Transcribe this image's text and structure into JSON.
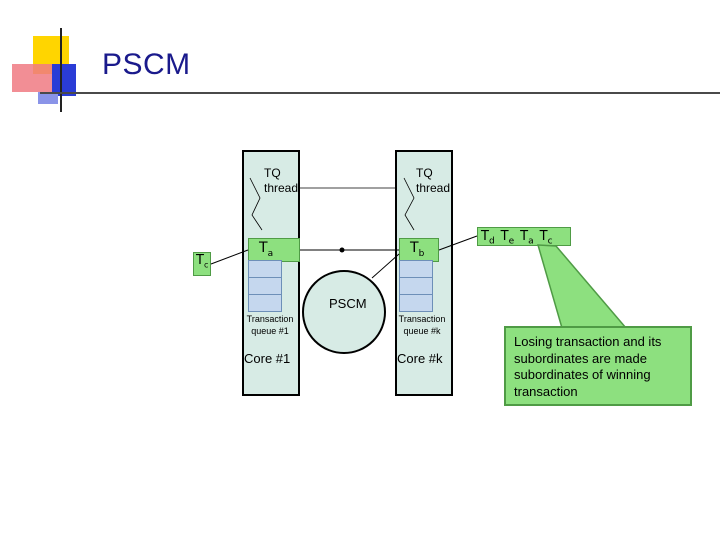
{
  "slide": {
    "title": "PSCM"
  },
  "cores": [
    {
      "thread_label": "TQ\nthread",
      "tx_main": "T",
      "tx_sub": "a",
      "queue_label": "Transaction\nqueue #1",
      "core_label": "Core #1"
    },
    {
      "thread_label": "TQ\nthread",
      "tx_main": "T",
      "tx_sub": "b",
      "queue_label": "Transaction\nqueue #k",
      "core_label": "Core #k"
    }
  ],
  "pscm": {
    "label": "PSCM"
  },
  "left_tx": {
    "main": "T",
    "sub": "c"
  },
  "queue": [
    {
      "main": "T",
      "sub": "d"
    },
    {
      "main": "T",
      "sub": "e"
    },
    {
      "main": "T",
      "sub": "a"
    },
    {
      "main": "T",
      "sub": "c"
    }
  ],
  "callout": {
    "text": "Losing transaction and its subordinates are made subordinates of winning transaction"
  },
  "colors": {
    "title": "#1a1a8c",
    "core_fill": "#d7ebe5",
    "tx_green": "#8de07f",
    "slot_blue": "#c5d7ee",
    "logo_yellow": "#ffd500",
    "logo_red": "#e8322d",
    "logo_blue": "#2a3cd6"
  }
}
